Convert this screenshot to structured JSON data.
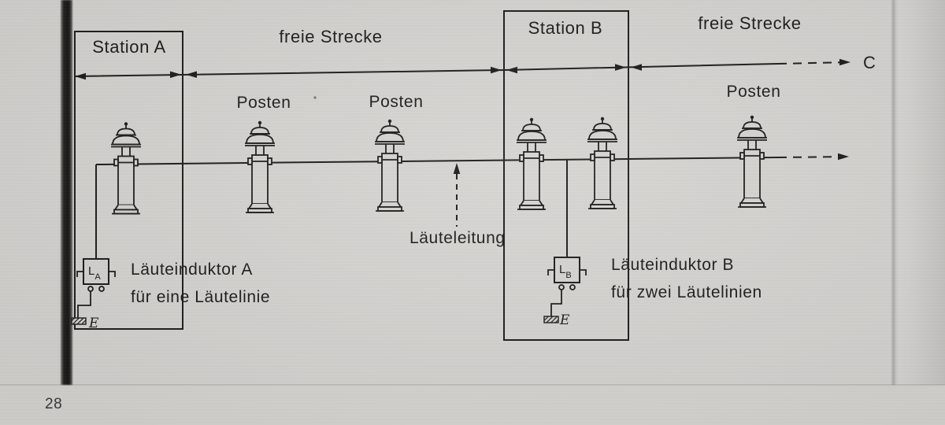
{
  "page": {
    "number": "28"
  },
  "diagram": {
    "stations": {
      "a": "Station A",
      "b": "Station B"
    },
    "open_line": {
      "left": "freie Strecke",
      "right": "freie Strecke"
    },
    "posts": {
      "p1": "Posten",
      "p2": "Posten",
      "p3": "Posten"
    },
    "bell_line_label": "Läuteleitung",
    "endpoint": "C",
    "inductor_a": {
      "letter": "L",
      "sub": "A",
      "title": "Läuteinduktor A",
      "subtitle": "für eine Läutelinie",
      "ground": "E"
    },
    "inductor_b": {
      "letter": "L",
      "sub": "B",
      "title": "Läuteinduktor B",
      "subtitle": "für zwei Läutelinien",
      "ground": "E"
    }
  },
  "colors": {
    "paper": "#d6d4d1",
    "ink": "#1d1c1b"
  }
}
